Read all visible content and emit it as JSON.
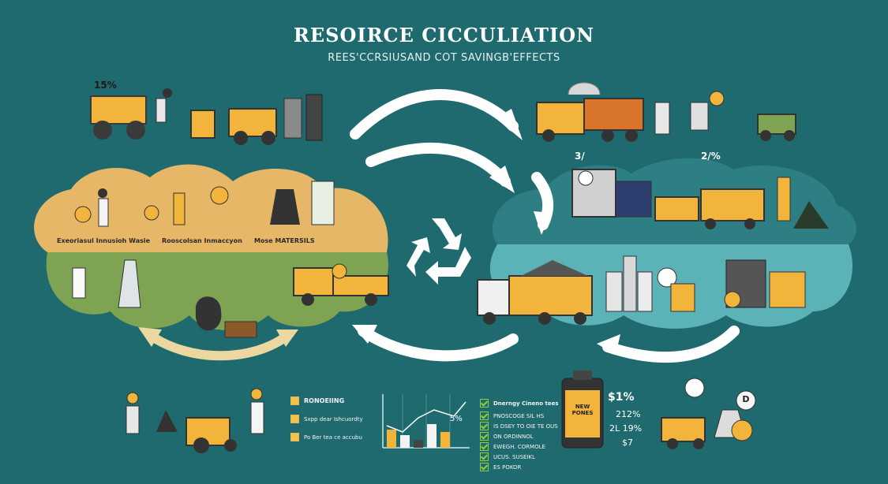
{
  "header": {
    "title": "RESOIRCE CICCULIATION",
    "subtitle": "REES'CCRSIUSAND COT SAVINGB'EFFECTS"
  },
  "top_left": {
    "percent": "15%"
  },
  "left_loop": {
    "labels": [
      "Exeoriasul Innusioh Wasie",
      "Rooscolsan Inmaccyon",
      "Mose MATERSILS"
    ]
  },
  "right_loop": {
    "percent_a": "3/",
    "percent_b": "2/%"
  },
  "bottom_panel_a": {
    "header": "RONOEIING",
    "rows": [
      "Sxpp dear Ishcuordty",
      "Po Ber tea ce accubu"
    ]
  },
  "bottom_chart": {
    "percent": "5%"
  },
  "bottom_panel_b": {
    "header": "Dnerngy Cineno tees",
    "rows": [
      "PNOSCOGE SIL HS",
      "IS DSEY TO OIE TE OUS",
      "ON ORDINNOL",
      "EWEGH. CORMOLE",
      "UCUS. SUSEIKL",
      "ES POKOR"
    ]
  },
  "product_can": {
    "label": "NEW PONES"
  },
  "stats": {
    "line1": "$1%",
    "line2": "212%",
    "line3": "2L 19%",
    "line4": "$7"
  },
  "badge": {
    "letter": "D"
  },
  "colors": {
    "background": "#1f6a6e",
    "cloud_left_top": "#e7b768",
    "cloud_left_bottom": "#7ea352",
    "cloud_right_top": "#2e7f83",
    "cloud_right_bottom": "#5cb3b7",
    "accent_yellow": "#f2b43a",
    "arrow": "#ffffff",
    "arrow_beige": "#ecd7a0"
  }
}
